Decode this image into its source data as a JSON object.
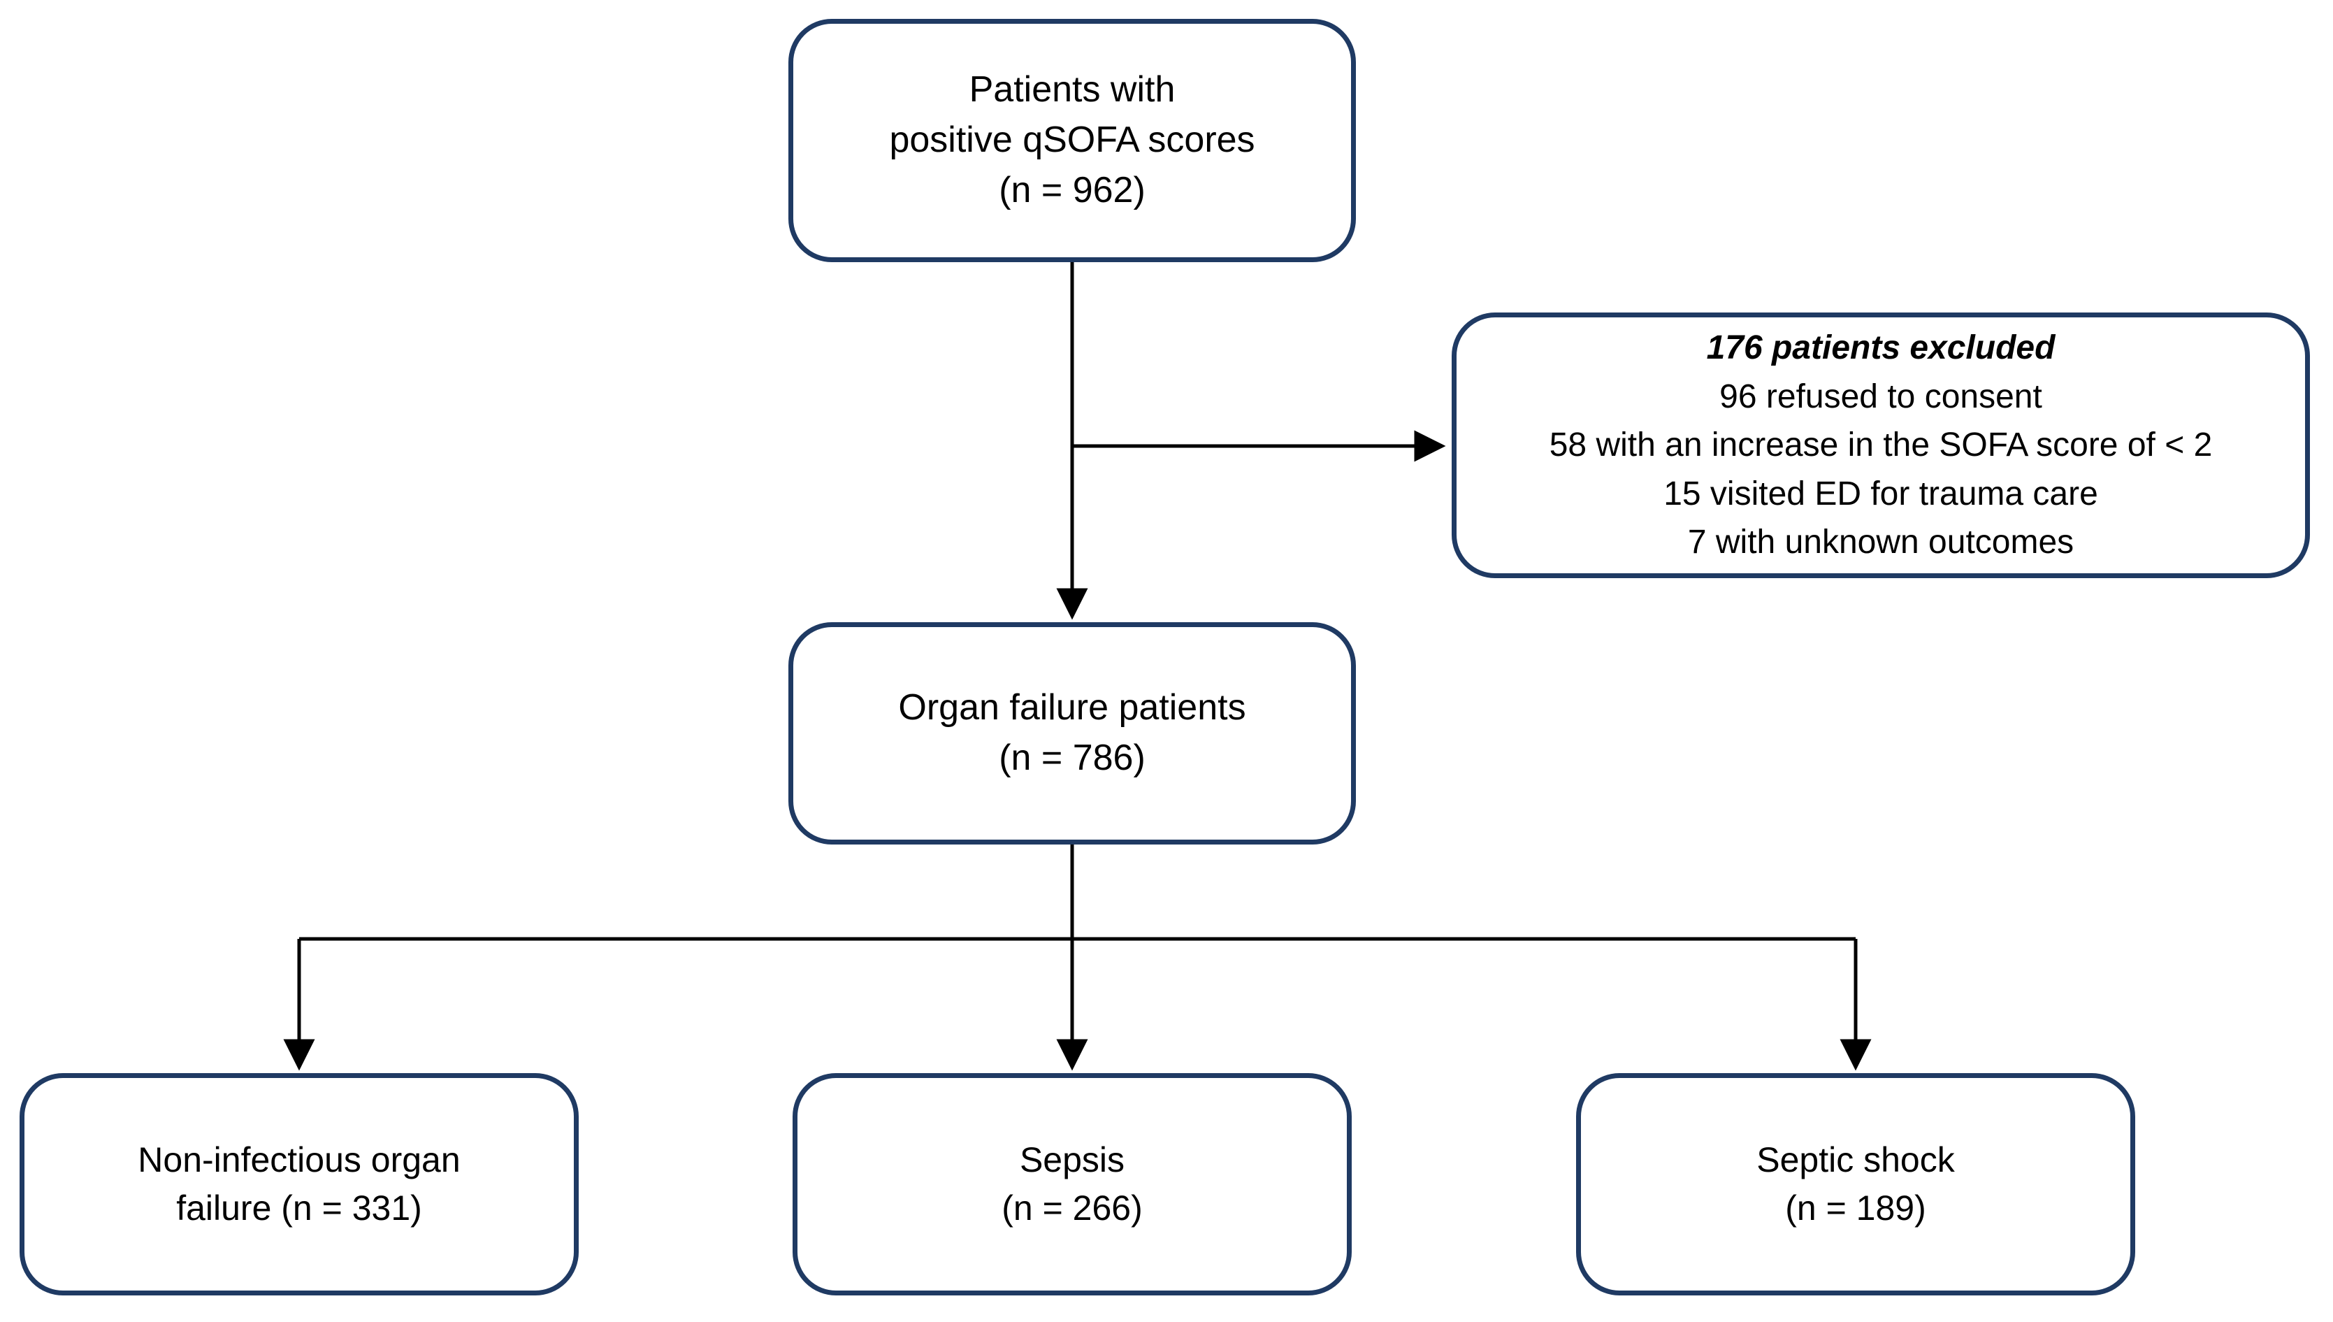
{
  "diagram": {
    "type": "flowchart",
    "colors": {
      "background": "#ffffff",
      "box_fill": "#ffffff",
      "box_border": "#1f3a63",
      "connector": "#000000",
      "text": "#000000"
    },
    "nodes": {
      "qsofa": {
        "lines": [
          "Patients with",
          "positive qSOFA scores",
          "(n = 962)"
        ],
        "n": 962
      },
      "excluded": {
        "title": "176 patients excluded",
        "n": 176,
        "reasons": [
          "96 refused to consent",
          "58 with an increase in the SOFA score of < 2",
          "15 visited ED for trauma care",
          "7 with unknown outcomes"
        ]
      },
      "organ_failure": {
        "lines": [
          "Organ failure patients",
          "(n = 786)"
        ],
        "n": 786
      },
      "non_infectious": {
        "lines": [
          "Non-infectious organ",
          "failure (n = 331)"
        ],
        "n": 331
      },
      "sepsis": {
        "lines": [
          "Sepsis",
          "(n = 266)"
        ],
        "n": 266
      },
      "septic_shock": {
        "lines": [
          "Septic shock",
          "(n = 189)"
        ],
        "n": 189
      }
    },
    "edges": [
      {
        "from": "qsofa",
        "to": "organ_failure"
      },
      {
        "from": "qsofa",
        "to": "excluded"
      },
      {
        "from": "organ_failure",
        "to": "non_infectious"
      },
      {
        "from": "organ_failure",
        "to": "sepsis"
      },
      {
        "from": "organ_failure",
        "to": "septic_shock"
      }
    ]
  }
}
